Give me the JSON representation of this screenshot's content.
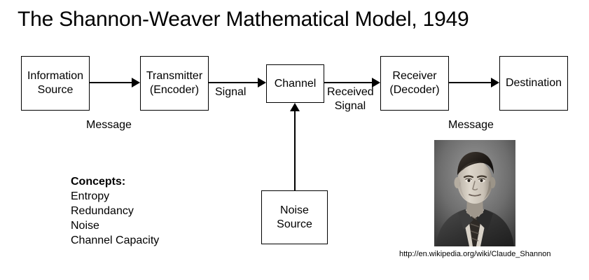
{
  "diagram": {
    "title": "The Shannon-Weaver Mathematical Model, 1949",
    "nodes": {
      "information_source": {
        "line1": "Information",
        "line2": "Source"
      },
      "transmitter": {
        "line1": "Transmitter",
        "line2": "(Encoder)"
      },
      "channel": {
        "line1": "Channel"
      },
      "receiver": {
        "line1": "Receiver",
        "line2": "(Decoder)"
      },
      "destination": {
        "line1": "Destination"
      },
      "noise_source": {
        "line1": "Noise",
        "line2": "Source"
      }
    },
    "edge_labels": {
      "message_left": "Message",
      "signal": "Signal",
      "received_signal_line1": "Received",
      "received_signal_line2": "Signal",
      "message_right": "Message"
    },
    "concepts": {
      "heading": "Concepts:",
      "items": [
        "Entropy",
        "Redundancy",
        "Noise",
        "Channel Capacity"
      ]
    },
    "photo": {
      "alt": "claude-shannon-portrait",
      "caption": "http://en.wikipedia.org/wiki/Claude_Shannon"
    },
    "colors": {
      "background": "#ffffff",
      "stroke": "#000000",
      "text": "#000000"
    }
  }
}
